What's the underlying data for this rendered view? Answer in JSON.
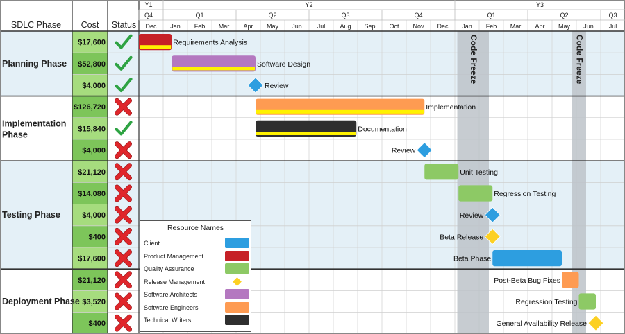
{
  "columns": {
    "phase": "SDLC Phase",
    "cost": "Cost",
    "status": "Status"
  },
  "timeline": {
    "years": [
      "Y1",
      "Y2",
      "Y3"
    ],
    "quarters": [
      "Q4",
      "Q1",
      "Q2",
      "Q3",
      "Q4",
      "Q1",
      "Q2",
      "Q3"
    ],
    "months": [
      "Dec",
      "Jan",
      "Feb",
      "Mar",
      "Apr",
      "May",
      "Jun",
      "Jul",
      "Aug",
      "Sep",
      "Oct",
      "Nov",
      "Dec",
      "Jan",
      "Feb",
      "Mar",
      "Apr",
      "May",
      "Jun",
      "Jul"
    ]
  },
  "phases": [
    {
      "name": "Planning Phase",
      "rows": 3
    },
    {
      "name": "Implementation Phase",
      "rows": 3
    },
    {
      "name": "Testing Phase",
      "rows": 5
    },
    {
      "name": "Deployment Phase",
      "rows": 3
    }
  ],
  "tasks": [
    {
      "cost": "$17,600",
      "status": "done",
      "label": "Requirements Analysis",
      "type": "bar",
      "start": 0,
      "end": 1.35,
      "color": "#c62127",
      "highlight": true,
      "label_side": "right"
    },
    {
      "cost": "$52,800",
      "status": "done",
      "label": "Software Design",
      "type": "bar",
      "start": 1.35,
      "end": 4.8,
      "color": "#b478c0",
      "highlight": true,
      "label_side": "right"
    },
    {
      "cost": "$4,000",
      "status": "done",
      "label": "Review",
      "type": "milestone",
      "at": 4.8,
      "color": "#2d9ee0",
      "label_side": "right"
    },
    {
      "cost": "$126,720",
      "status": "pending",
      "label": "Implementation",
      "type": "bar",
      "start": 4.8,
      "end": 11.75,
      "color": "#fe9b52",
      "highlight": true,
      "label_side": "right"
    },
    {
      "cost": "$15,840",
      "status": "done",
      "label": "Documentation",
      "type": "bar",
      "start": 4.8,
      "end": 8.95,
      "color": "#2f2f2f",
      "highlight": true,
      "label_side": "right"
    },
    {
      "cost": "$4,000",
      "status": "pending",
      "label": "Review",
      "type": "milestone",
      "at": 11.75,
      "color": "#2d9ee0",
      "label_side": "left"
    },
    {
      "cost": "$21,120",
      "status": "pending",
      "label": "Unit Testing",
      "type": "bar",
      "start": 11.75,
      "end": 13.15,
      "color": "#8dc965",
      "highlight": false,
      "label_side": "right"
    },
    {
      "cost": "$14,080",
      "status": "pending",
      "label": "Regression Testing",
      "type": "bar",
      "start": 13.15,
      "end": 14.55,
      "color": "#8dc965",
      "highlight": false,
      "label_side": "right"
    },
    {
      "cost": "$4,000",
      "status": "pending",
      "label": "Review",
      "type": "milestone",
      "at": 14.55,
      "color": "#2d9ee0",
      "label_side": "left"
    },
    {
      "cost": "$400",
      "status": "pending",
      "label": "Beta Release",
      "type": "milestone",
      "at": 14.55,
      "color": "#fcd023",
      "label_side": "left"
    },
    {
      "cost": "$17,600",
      "status": "pending",
      "label": "Beta Phase",
      "type": "bar",
      "start": 14.55,
      "end": 17.4,
      "color": "#2d9ee0",
      "highlight": false,
      "label_side": "left"
    },
    {
      "cost": "$21,120",
      "status": "pending",
      "label": "Post-Beta Bug Fixes",
      "type": "bar",
      "start": 17.4,
      "end": 18.1,
      "color": "#fe9b52",
      "highlight": false,
      "label_side": "left"
    },
    {
      "cost": "$3,520",
      "status": "pending",
      "label": "Regression Testing",
      "type": "bar",
      "start": 18.1,
      "end": 18.8,
      "color": "#8dc965",
      "highlight": false,
      "label_side": "left"
    },
    {
      "cost": "$400",
      "status": "pending",
      "label": "General Availability Release",
      "type": "milestone",
      "at": 18.8,
      "color": "#fcd023",
      "label_side": "left"
    }
  ],
  "freezes": [
    {
      "label": "Code Freeze",
      "start": 13.1,
      "end": 14.4
    },
    {
      "label": "Code Freeze",
      "start": 17.8,
      "end": 18.4
    }
  ],
  "legend": {
    "title": "Resource Names",
    "items": [
      {
        "label": "Client",
        "color": "#2d9ee0",
        "shape": "bar"
      },
      {
        "label": "Product Management",
        "color": "#c62127",
        "shape": "bar"
      },
      {
        "label": "Quality Assurance",
        "color": "#8dc965",
        "shape": "bar"
      },
      {
        "label": "Release Management",
        "color": "#fcd023",
        "shape": "diamond"
      },
      {
        "label": "Software Architects",
        "color": "#b478c0",
        "shape": "bar"
      },
      {
        "label": "Software Engineers",
        "color": "#fe9b52",
        "shape": "bar"
      },
      {
        "label": "Technical Writers",
        "color": "#2f2f2f",
        "shape": "bar"
      }
    ]
  },
  "icons": {
    "done": "check-icon",
    "pending": "x-icon"
  },
  "colors": {
    "check": "#2ea343",
    "cross": "#e0262b",
    "cost_light": "#a6dc7e",
    "cost_dark": "#7dc55a",
    "band": "#e4f0f7",
    "freeze": "#bdc3c9",
    "highlight": "#fff200"
  }
}
